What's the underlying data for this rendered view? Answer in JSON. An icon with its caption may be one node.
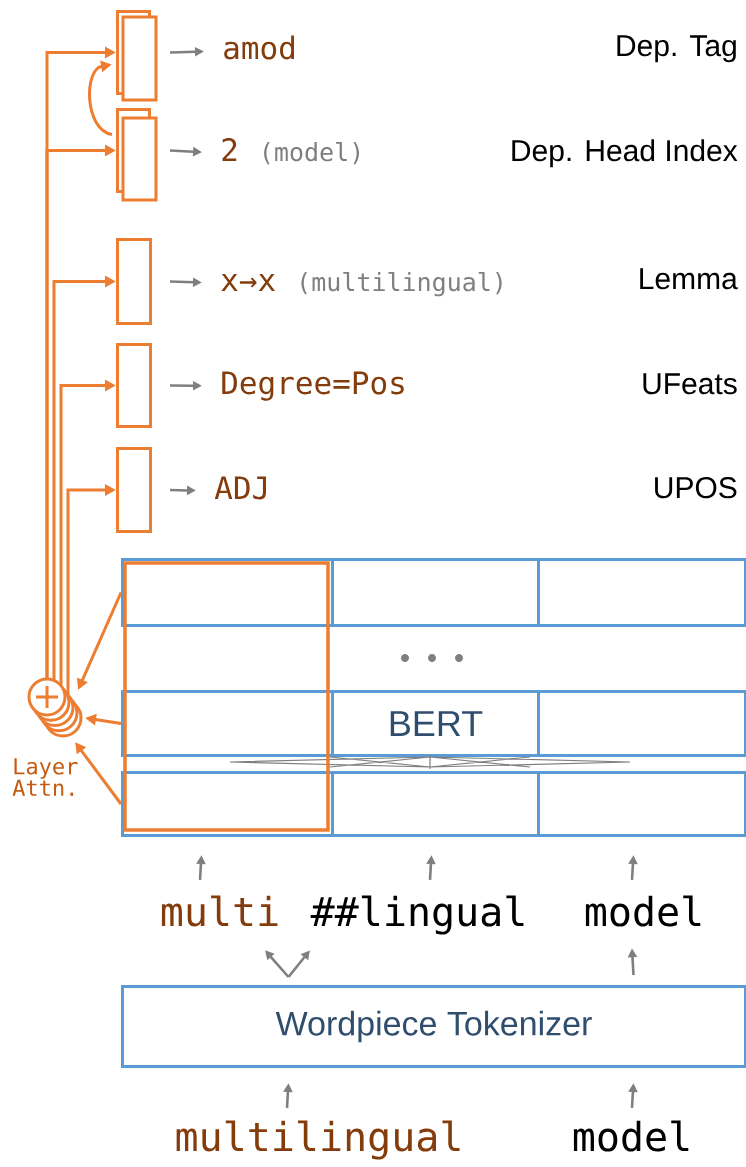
{
  "diagram": {
    "nodes": [
      {
        "text": [],
        "shape": "box"
      },
      {
        "text": [
          "amod"
        ]
      },
      {
        "text": [],
        "shape": "box"
      },
      {
        "text": [
          "2",
          "(model)"
        ]
      },
      {
        "text": [],
        "shape": "box"
      },
      {
        "text": [
          "x→x",
          "(multilingual)"
        ]
      },
      {
        "text": [],
        "shape": "box"
      },
      {
        "text": [
          "Degree=Pos"
        ]
      },
      {
        "text": [],
        "shape": "box"
      },
      {
        "text": [
          "ADJ"
        ]
      },
      {
        "text": [],
        "shape": "box"
      },
      {
        "text": [],
        "shape": "box"
      },
      {
        "text": [],
        "shape": "box"
      },
      {
        "text": [],
        "shape": "box"
      },
      {
        "text": [
          "BERT"
        ]
      },
      {
        "text": [],
        "shape": "box"
      },
      {
        "text": [],
        "shape": "box"
      },
      {
        "text": [],
        "shape": "box"
      },
      {
        "text": [],
        "shape": "box"
      },
      {
        "text": [],
        "shape": "circle",
        "beside": [
          "Layer Attn."
        ]
      },
      {
        "text": [
          "multi"
        ]
      },
      {
        "text": [
          "##lingual"
        ]
      },
      {
        "text": [
          "model"
        ]
      },
      {
        "text": [
          "Wordpiece Tokenizer"
        ]
      },
      {
        "text": [
          "multilingual"
        ]
      },
      {
        "text": [
          "model"
        ]
      }
    ],
    "edges": [
      {
        "from": 19,
        "to": 0,
        "arrow": "to",
        "color": "#ed7d31"
      },
      {
        "from": 19,
        "to": 2,
        "arrow": "to",
        "color": "#ed7d31"
      },
      {
        "from": 19,
        "to": 4,
        "arrow": "to",
        "color": "#ed7d31"
      },
      {
        "from": 19,
        "to": 6,
        "arrow": "to",
        "color": "#ed7d31"
      },
      {
        "from": 19,
        "to": 8,
        "arrow": "to",
        "color": "#ed7d31"
      },
      {
        "from": 2,
        "to": 0,
        "arrow": "to",
        "color": "#ed7d31"
      },
      {
        "from": 0,
        "to": 1,
        "arrow": "to"
      },
      {
        "from": 2,
        "to": 3,
        "arrow": "to"
      },
      {
        "from": 4,
        "to": 5,
        "arrow": "to"
      },
      {
        "from": 6,
        "to": 7,
        "arrow": "to"
      },
      {
        "from": 8,
        "to": 9,
        "arrow": "to"
      },
      {
        "from": 10,
        "to": 19,
        "arrow": "to",
        "color": "#ed7d31"
      },
      {
        "from": 13,
        "to": 19,
        "arrow": "to",
        "color": "#ed7d31"
      },
      {
        "from": 16,
        "to": 19,
        "arrow": "to",
        "color": "#ed7d31"
      },
      {
        "from": 20,
        "to": 16,
        "arrow": "to"
      },
      {
        "from": 21,
        "to": 17,
        "arrow": "to"
      },
      {
        "from": 22,
        "to": 18,
        "arrow": "to"
      },
      {
        "from": 23,
        "to": 20,
        "arrow": "to"
      },
      {
        "from": 23,
        "to": 21,
        "arrow": "to"
      },
      {
        "from": 23,
        "to": 22,
        "arrow": "to"
      },
      {
        "from": 24,
        "to": 23,
        "arrow": "to"
      },
      {
        "from": 25,
        "to": 23,
        "arrow": "to"
      }
    ],
    "labels": [
      "Dep. Tag",
      "Dep. Head Index",
      "Lemma",
      "UFeats",
      "UPOS"
    ]
  }
}
